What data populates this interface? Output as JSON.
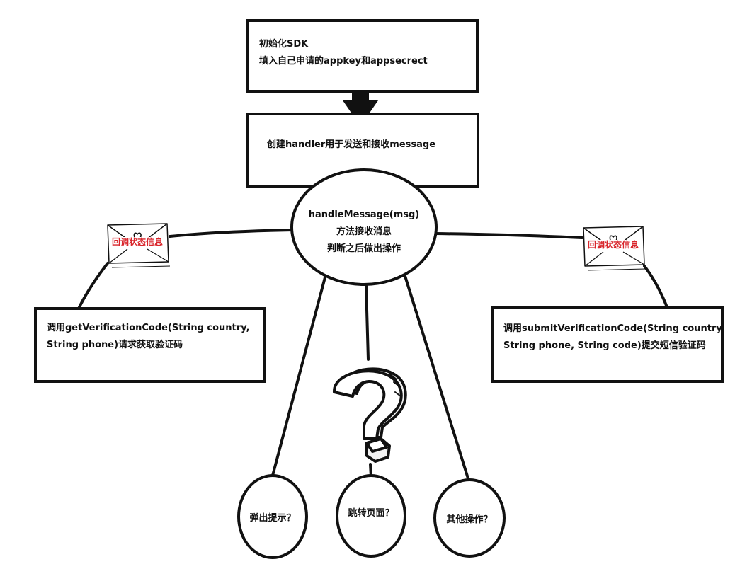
{
  "colors": {
    "ink": "#111111",
    "callback_text": "#d9262c",
    "paper": "#ffffff"
  },
  "init_box": {
    "line1": "初始化SDK",
    "line2": "填入自己申请的appkey和appsecrect"
  },
  "handler_box": {
    "text": "创建handler用于发送和接收message"
  },
  "handle_message": {
    "line1": "handleMessage(msg)",
    "line2": "方法接收消息",
    "line3": "判断之后做出操作"
  },
  "callbacks": {
    "left": {
      "label": "回调状态信息",
      "icon": "envelope-heart-icon"
    },
    "right": {
      "label": "回调状态信息",
      "icon": "envelope-heart-icon"
    }
  },
  "get_code_box": {
    "line1": "调用getVerificationCode(String country,",
    "line2": "String phone)请求获取验证码"
  },
  "submit_code_box": {
    "line1": "调用submitVerificationCode(String country,",
    "line2": "String phone, String code)提交短信验证码"
  },
  "question_icon": "question-mark-icon",
  "outcomes": [
    {
      "label": "弹出提示？"
    },
    {
      "label": "跳转页面？"
    },
    {
      "label": "其他操作？"
    }
  ]
}
